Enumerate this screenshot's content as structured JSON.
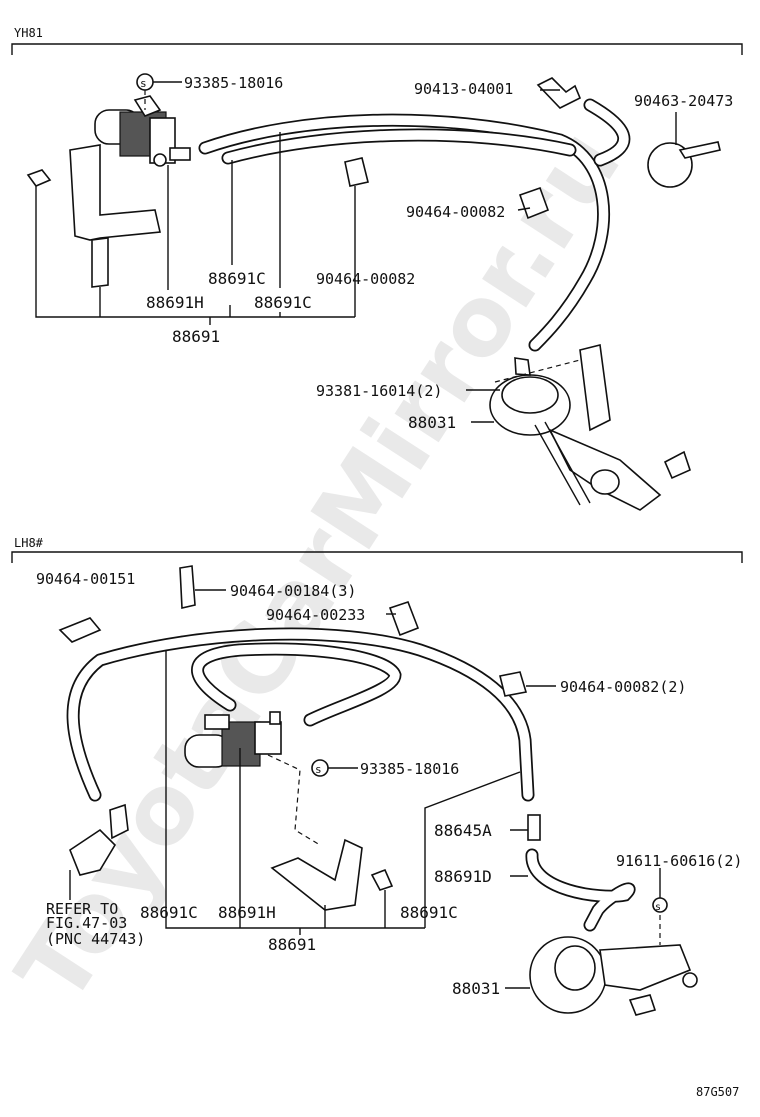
{
  "watermark": "ToyotaCarMirror.ru",
  "sections": {
    "upper": {
      "tag": "YH81",
      "labels": {
        "p1": "93385-18016",
        "p2": "90413-04001",
        "p3": "90463-20473",
        "p4": "90464-00082",
        "p5": "88691C",
        "p6": "90464-00082",
        "p7": "88691H",
        "p8": "88691C",
        "p9": "88691",
        "p10": "93381-16014(2)",
        "p11": "88031"
      }
    },
    "lower": {
      "tag": "LH8#",
      "labels": {
        "q1": "90464-00151",
        "q2": "90464-00184(3)",
        "q3": "90464-00233",
        "q4": "90464-00082(2)",
        "q5": "93385-18016",
        "q6": "88645A",
        "q7": "88691D",
        "q8": "91611-60616(2)",
        "q9": "88691C",
        "q10": "88691H",
        "q11": "88691C",
        "q12": "88691",
        "q13": "88031",
        "ref1": "REFER TO",
        "ref2": "FIG.47-03",
        "ref3": "(PNC 44743)"
      }
    }
  },
  "figure_code": "87G507"
}
